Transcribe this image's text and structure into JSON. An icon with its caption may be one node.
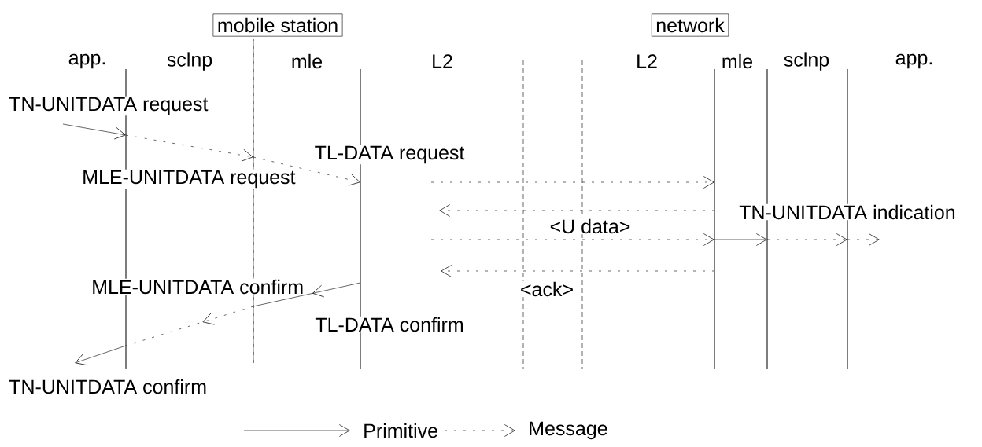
{
  "diagram": {
    "nodes": [
      {
        "text": [
          "mobile station"
        ]
      },
      {
        "text": [
          "network"
        ]
      },
      {
        "text": [],
        "shape": "line"
      },
      {
        "text": [],
        "shape": "line"
      },
      {
        "text": [],
        "shape": "line"
      },
      {
        "text": [],
        "shape": "line"
      },
      {
        "text": [],
        "shape": "line"
      },
      {
        "text": [],
        "shape": "line"
      },
      {
        "text": [],
        "shape": "line"
      },
      {
        "text": [],
        "shape": "line"
      }
    ],
    "edges": [
      {
        "from": null,
        "to": 2,
        "arrow": "to",
        "label": "TN-UNITDATA request"
      },
      {
        "from": 2,
        "to": 3,
        "arrow": "to",
        "style": "dashed"
      },
      {
        "from": 3,
        "to": 4,
        "arrow": "to",
        "style": "dashed",
        "label": "MLE-UNITDATA request"
      },
      {
        "from": null,
        "to": 7,
        "arrow": "to",
        "style": "dashed"
      },
      {
        "from": 7,
        "to": null,
        "arrow": "to",
        "style": "dashed"
      },
      {
        "from": null,
        "to": 7,
        "arrow": "to",
        "style": "dashed",
        "label": "<U data>"
      },
      {
        "from": 7,
        "to": 8,
        "arrow": "to"
      },
      {
        "from": 8,
        "to": 9,
        "arrow": "to",
        "style": "dashed"
      },
      {
        "from": 9,
        "to": null,
        "arrow": "to",
        "style": "dashed",
        "label": "TN-UNITDATA indication"
      },
      {
        "from": 7,
        "to": null,
        "arrow": "to",
        "style": "dashed",
        "label": "<ack>"
      },
      {
        "from": 4,
        "to": 3,
        "arrow": "to",
        "label": "MLE-UNITDATA confirm"
      },
      {
        "from": 3,
        "to": 2,
        "arrow": "to",
        "style": "dashed"
      },
      {
        "from": 2,
        "to": null,
        "arrow": "to",
        "label": "TN-UNITDATA confirm"
      }
    ],
    "labels": [
      "app.",
      "sclnp",
      "mle",
      "L2",
      "L2",
      "mle",
      "sclnp",
      "app.",
      "TL-DATA request",
      "TL-DATA confirm"
    ],
    "legend": [
      {
        "text": "Primitive"
      },
      {
        "text": "Message"
      }
    ]
  }
}
